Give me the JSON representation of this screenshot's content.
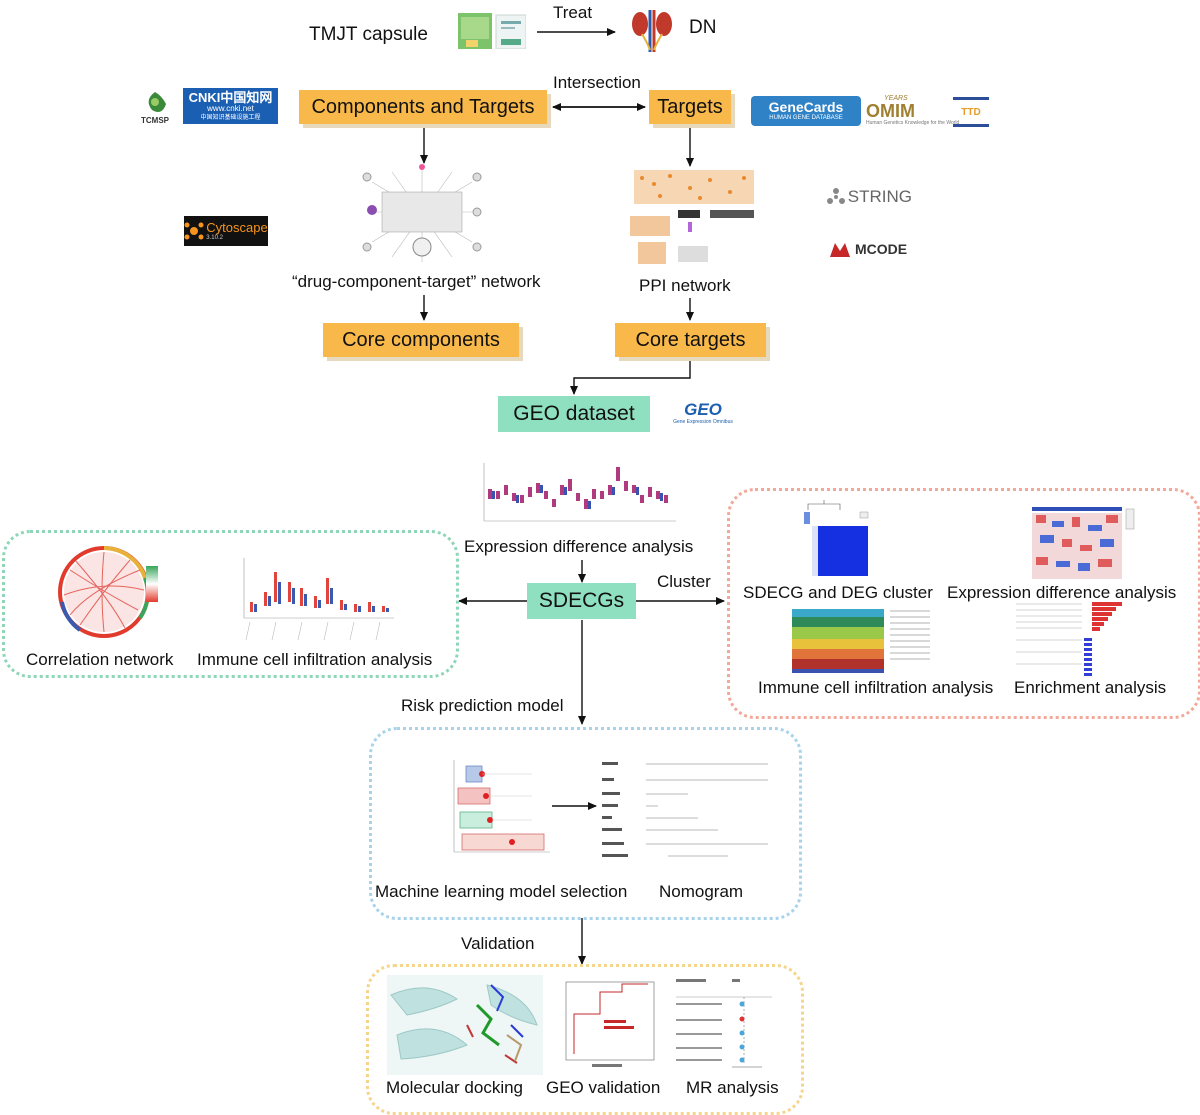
{
  "top": {
    "capsule": "TMJT capsule",
    "treat": "Treat",
    "disease": "DN"
  },
  "intersection": "Intersection",
  "boxes": {
    "components_targets": "Components and Targets",
    "targets": "Targets",
    "core_components": "Core components",
    "core_targets": "Core targets",
    "geo_dataset": "GEO dataset",
    "sdecgs": "SDECGs"
  },
  "logos": {
    "tcmsp": "TCMSP",
    "cnki_main": "CNKI中国知网",
    "cnki_url": "www.cnki.net",
    "cnki_sub": "中国知识基础设施工程",
    "genecards": "GeneCards",
    "genecards_sub": "HUMAN GENE DATABASE",
    "omim_years": "YEARS",
    "omim": "OMIM",
    "omim_sub": "Human Genetics Knowledge for the World",
    "tto": "TTD",
    "cytoscape": "Cytoscape",
    "cytoscape_ver": "3.10.2",
    "string": "STRING",
    "mcode": "MCODE",
    "geo": "GEO",
    "geo_sub": "Gene Expression Omnibus"
  },
  "labels": {
    "drug_network": "“drug-component-target” network",
    "ppi_network": "PPI network",
    "expression_diff": "Expression difference analysis",
    "cluster": "Cluster",
    "correlation_network": "Correlation network",
    "immune_left": "Immune cell infiltration analysis",
    "sdecg_deg": "SDECG and DEG cluster",
    "expression_diff_right": "Expression difference analysis",
    "immune_right": "Immune cell infiltration analysis",
    "enrichment": "Enrichment analysis",
    "risk_model": "Risk prediction model",
    "ml_selection": "Machine learning model selection",
    "nomogram": "Nomogram",
    "validation": "Validation",
    "docking": "Molecular docking",
    "geo_validation": "GEO validation",
    "mr_analysis": "MR analysis"
  },
  "colors": {
    "orange_box": "#f9b94a",
    "green_box": "#8fe0c0",
    "panel_green": "#8fd6b8",
    "panel_red": "#f2a99a",
    "panel_blue": "#a9d3ea",
    "panel_yellow": "#f5d58a"
  }
}
